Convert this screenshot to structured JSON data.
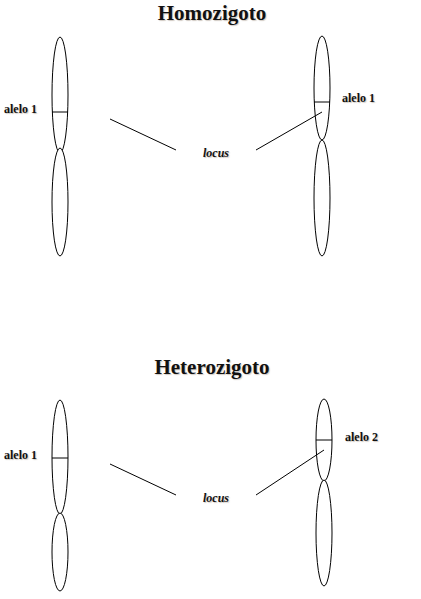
{
  "diagram": {
    "labels": [
      "Homozigoto",
      "alelo 1",
      "locus",
      "alelo 1",
      "Heterozigoto",
      "alelo 1",
      "locus",
      "alelo 2"
    ]
  }
}
